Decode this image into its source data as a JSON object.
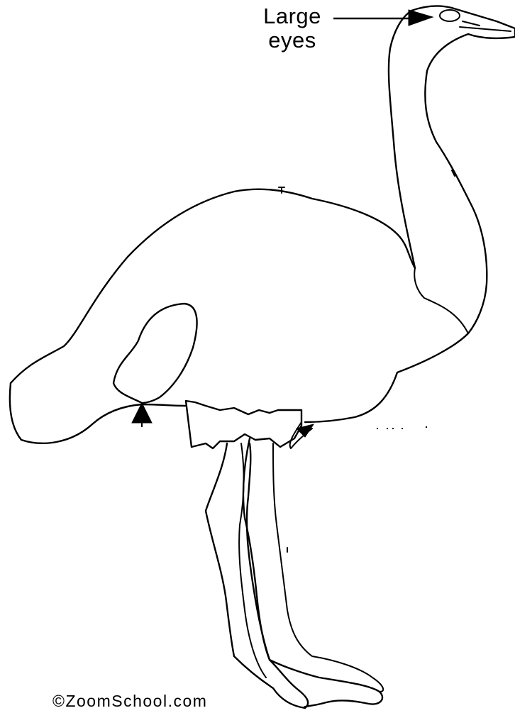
{
  "labels": {
    "large_eyes_line1": "Large",
    "large_eyes_line2": "eyes"
  },
  "credit": "©ZoomSchool.com"
}
